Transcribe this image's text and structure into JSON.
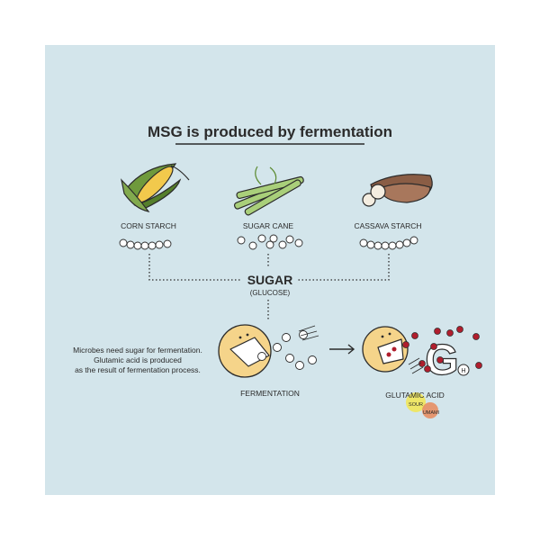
{
  "title": "MSG is produced by fermentation",
  "sources": [
    {
      "label": "CORN STARCH"
    },
    {
      "label": "SUGAR CANE"
    },
    {
      "label": "CASSAVA STARCH"
    }
  ],
  "sugar": {
    "label": "SUGAR",
    "sublabel": "(GLUCOSE)"
  },
  "explanation": [
    "Microbes need sugar for fermentation.",
    "Glutamic acid is produced",
    "as the result of fermentation process."
  ],
  "fermentation_label": "FERMENTATION",
  "glutamic": {
    "label_prefix": "GLUT",
    "label_highlight": "AMIC",
    "label_suffix": " ACID",
    "g_letter": "G",
    "h_letter": "H",
    "sour_label": "SOUR",
    "umami_label": "UMAMI"
  },
  "colors": {
    "background": "#d3e5eb",
    "text": "#2b2b2b",
    "microbe": "#f5d48a",
    "molecule_red": "#b01e2d",
    "sour": "#f2e651",
    "umami": "#e88a5c",
    "corn_husk": "#6f9a3c",
    "corn_kernel": "#f2c94c",
    "cane": "#a9cf7a",
    "cassava": "#8a5d45"
  }
}
